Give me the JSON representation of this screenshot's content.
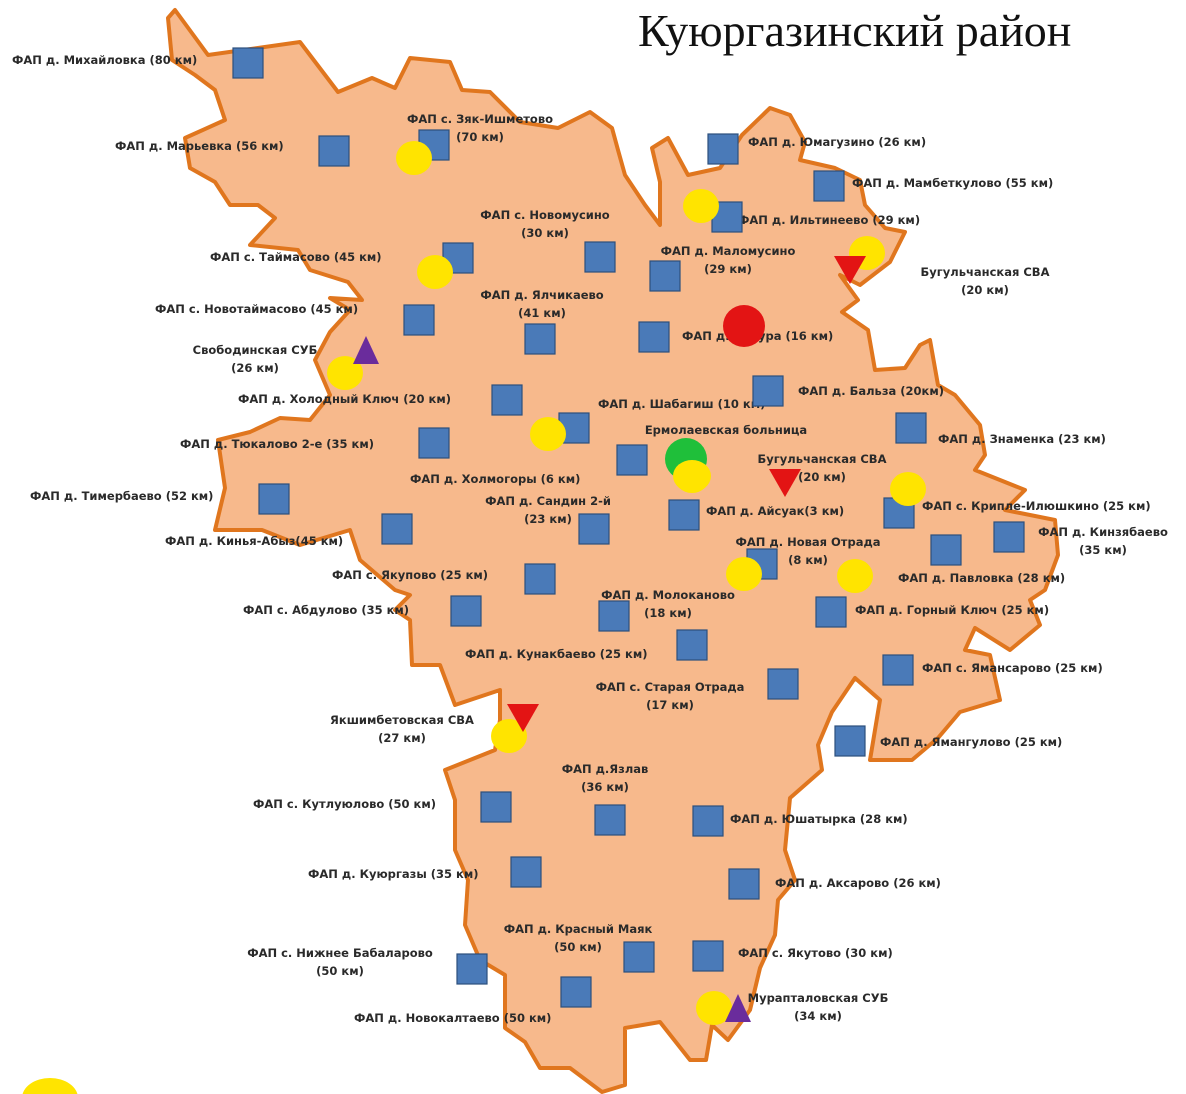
{
  "title": "Куюргазинский район",
  "colors": {
    "district_fill": "#f7b98c",
    "district_border": "#e0761e",
    "fap_square": "#4a7ab8",
    "yellow_marker": "#ffe400",
    "red_marker": "#e31414",
    "green_marker": "#1fbf3a",
    "purple_marker": "#6a2c9c"
  },
  "icons": {
    "fap": "blue-square-icon",
    "yellow": "yellow-circle-icon",
    "red": "red-circle-icon",
    "green": "green-circle-icon",
    "sva": "red-triangle-down-icon",
    "sub": "purple-triangle-up-icon"
  },
  "labels": [
    {
      "id": "l1",
      "lines": [
        "ФАП д. Михайловка (80 км)"
      ]
    },
    {
      "id": "l2",
      "lines": [
        "ФАП с. Зяк-Ишметово",
        "(70 км)"
      ]
    },
    {
      "id": "l3",
      "lines": [
        "ФАП д. Марьевка (56 км)"
      ]
    },
    {
      "id": "l4",
      "lines": [
        "ФАП д. Юмагузино  (26 км)"
      ]
    },
    {
      "id": "l5",
      "lines": [
        "ФАП д. Мамбеткулово (55 км)"
      ]
    },
    {
      "id": "l6",
      "lines": [
        "ФАП с. Новомусино",
        "(30 км)"
      ]
    },
    {
      "id": "l7",
      "lines": [
        "ФАП д. Ильтинеево (29 км)"
      ]
    },
    {
      "id": "l8",
      "lines": [
        "ФАП с. Таймасово (45 км)"
      ]
    },
    {
      "id": "l9",
      "lines": [
        "ФАП д. Маломусино",
        "(29 км)"
      ]
    },
    {
      "id": "l10",
      "lines": [
        "Бугульчанская СВА",
        "(20 км)"
      ]
    },
    {
      "id": "l11",
      "lines": [
        "ФАП д. Ялчикаево",
        "(41 км)"
      ]
    },
    {
      "id": "l12",
      "lines": [
        "ФАП с. Новотаймасово (45 км)"
      ]
    },
    {
      "id": "l13",
      "lines": [
        "ФАП д. Бачура (16 км)"
      ]
    },
    {
      "id": "l14",
      "lines": [
        "Свободинская СУБ",
        "(26 км)"
      ]
    },
    {
      "id": "l15",
      "lines": [
        "ФАП д. Бальза (20км)"
      ]
    },
    {
      "id": "l16",
      "lines": [
        "ФАП д. Холодный Ключ (20 км)"
      ]
    },
    {
      "id": "l17",
      "lines": [
        "ФАП д. Шабагиш (10 км)"
      ]
    },
    {
      "id": "l18",
      "lines": [
        "Ермолаевская больница"
      ]
    },
    {
      "id": "l19",
      "lines": [
        "ФАП д. Знаменка (23 км)"
      ]
    },
    {
      "id": "l20",
      "lines": [
        "ФАП д. Тюкалово 2-е (35 км)"
      ]
    },
    {
      "id": "l21",
      "lines": [
        "Бугульчанская СВА",
        "(20 км)"
      ]
    },
    {
      "id": "l22",
      "lines": [
        "ФАП д. Холмогоры  (6 км)"
      ]
    },
    {
      "id": "l23",
      "lines": [
        "ФАП д. Тимербаево (52 км)"
      ]
    },
    {
      "id": "l24",
      "lines": [
        "ФАП д. Сандин 2-й",
        "(23 км)"
      ]
    },
    {
      "id": "l25",
      "lines": [
        "ФАП д. Айсуак(3 км)"
      ]
    },
    {
      "id": "l26",
      "lines": [
        "ФАП с. Крипле-Илюшкино  (25 км)"
      ]
    },
    {
      "id": "l27",
      "lines": [
        "ФАП д. Кинзябаево",
        "(35 км)"
      ]
    },
    {
      "id": "l28",
      "lines": [
        "ФАП д. Кинья-Абыз(45 км)"
      ]
    },
    {
      "id": "l29",
      "lines": [
        "ФАП д. Новая Отрада",
        "(8 км)"
      ]
    },
    {
      "id": "l30",
      "lines": [
        "ФАП с. Якупово (25 км)"
      ]
    },
    {
      "id": "l31",
      "lines": [
        "ФАП д. Павловка (28 км)"
      ]
    },
    {
      "id": "l32",
      "lines": [
        "ФАП д. Молоканово",
        "(18 км)"
      ]
    },
    {
      "id": "l33",
      "lines": [
        "ФАП с. Абдулово (35 км)"
      ]
    },
    {
      "id": "l34",
      "lines": [
        "ФАП д. Горный Ключ (25 км)"
      ]
    },
    {
      "id": "l35",
      "lines": [
        "ФАП д. Кунакбаево (25 км)"
      ]
    },
    {
      "id": "l36",
      "lines": [
        "ФАП с. Ямансарово (25 км)"
      ]
    },
    {
      "id": "l37",
      "lines": [
        "ФАП с. Старая Отрада",
        "(17 км)"
      ]
    },
    {
      "id": "l38",
      "lines": [
        "Якшимбетовская СВА",
        "(27 км)"
      ]
    },
    {
      "id": "l39",
      "lines": [
        "ФАП д. Ямангулово  (25 км)"
      ]
    },
    {
      "id": "l40",
      "lines": [
        "ФАП д.Язлав",
        "(36 км)"
      ]
    },
    {
      "id": "l41",
      "lines": [
        "ФАП с. Кутлуюлово  (50 км)"
      ]
    },
    {
      "id": "l42",
      "lines": [
        "ФАП д. Юшатырка (28 км)"
      ]
    },
    {
      "id": "l43",
      "lines": [
        "ФАП д. Куюргазы (35 км)"
      ]
    },
    {
      "id": "l44",
      "lines": [
        "ФАП д. Аксарово (26 км)"
      ]
    },
    {
      "id": "l45",
      "lines": [
        "ФАП д. Красный Маяк",
        "(50 км)"
      ]
    },
    {
      "id": "l46",
      "lines": [
        "ФАП с. Нижнее Бабаларово",
        "(50 км)"
      ]
    },
    {
      "id": "l47",
      "lines": [
        "ФАП с. Якутово (30 км)"
      ]
    },
    {
      "id": "l48",
      "lines": [
        "Мурапталовская СУБ",
        "(34 км)"
      ]
    },
    {
      "id": "l49",
      "lines": [
        "ФАП д. Новокалтаево (50 км)"
      ]
    }
  ]
}
